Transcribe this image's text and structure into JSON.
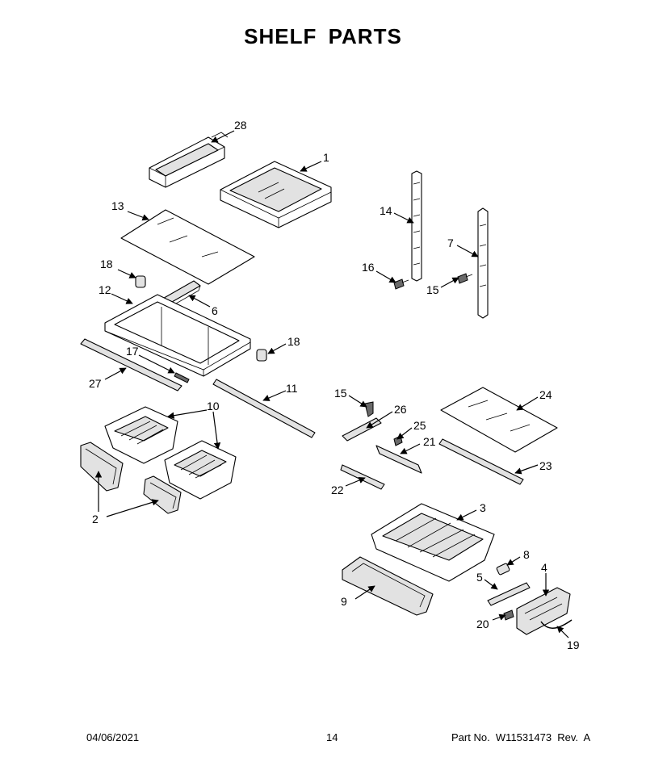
{
  "title": "SHELF PARTS",
  "footer": {
    "date": "04/06/2021",
    "page": "14",
    "part_number": "Part No.  W11531473  Rev.  A"
  },
  "callouts": [
    {
      "id": "c28",
      "label": "28"
    },
    {
      "id": "c1",
      "label": "1"
    },
    {
      "id": "c13",
      "label": "13"
    },
    {
      "id": "c14",
      "label": "14"
    },
    {
      "id": "c7",
      "label": "7"
    },
    {
      "id": "c16",
      "label": "16"
    },
    {
      "id": "c15a",
      "label": "15"
    },
    {
      "id": "c18a",
      "label": "18"
    },
    {
      "id": "c12",
      "label": "12"
    },
    {
      "id": "c6",
      "label": "6"
    },
    {
      "id": "c18b",
      "label": "18"
    },
    {
      "id": "c17",
      "label": "17"
    },
    {
      "id": "c27",
      "label": "27"
    },
    {
      "id": "c11",
      "label": "11"
    },
    {
      "id": "c10",
      "label": "10"
    },
    {
      "id": "c2",
      "label": "2"
    },
    {
      "id": "c15b",
      "label": "15"
    },
    {
      "id": "c26",
      "label": "26"
    },
    {
      "id": "c25",
      "label": "25"
    },
    {
      "id": "c21",
      "label": "21"
    },
    {
      "id": "c24",
      "label": "24"
    },
    {
      "id": "c22",
      "label": "22"
    },
    {
      "id": "c23",
      "label": "23"
    },
    {
      "id": "c3",
      "label": "3"
    },
    {
      "id": "c8",
      "label": "8"
    },
    {
      "id": "c5",
      "label": "5"
    },
    {
      "id": "c4",
      "label": "4"
    },
    {
      "id": "c9",
      "label": "9"
    },
    {
      "id": "c20",
      "label": "20"
    },
    {
      "id": "c19",
      "label": "19"
    }
  ]
}
